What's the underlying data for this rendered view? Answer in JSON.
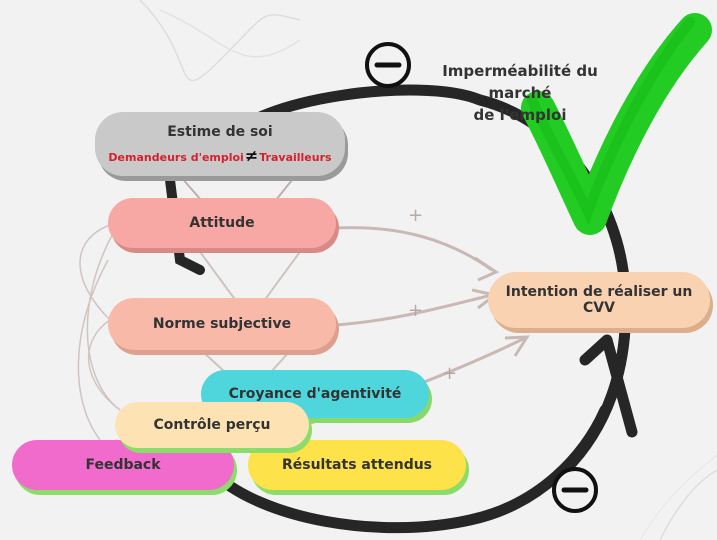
{
  "colors": {
    "cycle_arrow": "#262626",
    "check_mark": "#22cc22",
    "thin_arrows": "#c9b9b4",
    "estime_red": "#d81f2a"
  },
  "estime": {
    "title": "Estime de soi",
    "left": "Demandeurs d'emploi",
    "symbol": "≠",
    "right": "Travailleurs"
  },
  "attitude": {
    "label": "Attitude"
  },
  "norme": {
    "label": "Norme subjective"
  },
  "croyance": {
    "label": "Croyance d'agentivité"
  },
  "controle": {
    "label": "Contrôle perçu"
  },
  "feedback": {
    "label": "Feedback"
  },
  "resultats": {
    "label": "Résultats attendus"
  },
  "intention": {
    "label": "Intention de réaliser un CVV"
  },
  "impermeabilite": {
    "line1": "Imperméabilité du marché",
    "line2": "de l'emploi"
  },
  "signs": {
    "plus": "+",
    "minus_icon": "minus-circle-icon"
  }
}
